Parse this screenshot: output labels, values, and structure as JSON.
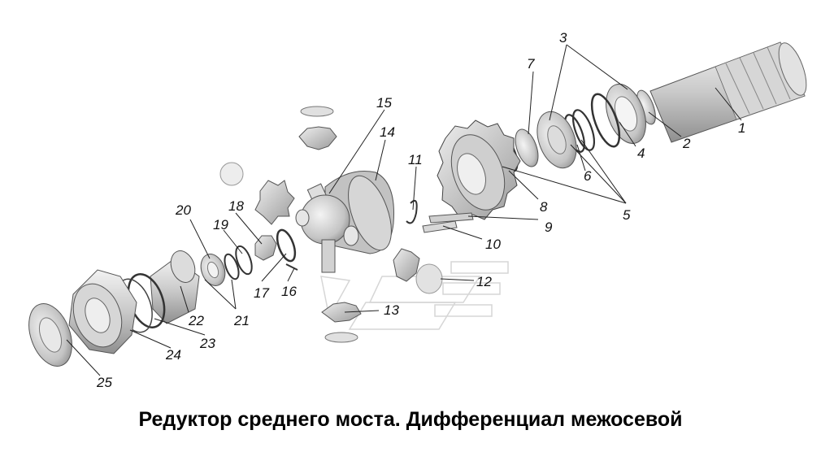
{
  "caption": "Редуктор среднего моста. Дифференциал межосевой",
  "callouts": {
    "n1": "1",
    "n2": "2",
    "n3": "3",
    "n4": "4",
    "n5": "5",
    "n6": "6",
    "n7": "7",
    "n8": "8",
    "n9": "9",
    "n10": "10",
    "n11": "11",
    "n12": "12",
    "n13": "13",
    "n14": "14",
    "n15": "15",
    "n16": "16",
    "n17": "17",
    "n18": "18",
    "n19": "19",
    "n20": "20",
    "n21": "21",
    "n22": "22",
    "n23": "23",
    "n24": "24",
    "n25": "25"
  },
  "colors": {
    "metal_light": "#e6e6e6",
    "metal_mid": "#bdbdbd",
    "metal_dark": "#8c8c8c",
    "line": "#222222",
    "background": "#ffffff"
  }
}
